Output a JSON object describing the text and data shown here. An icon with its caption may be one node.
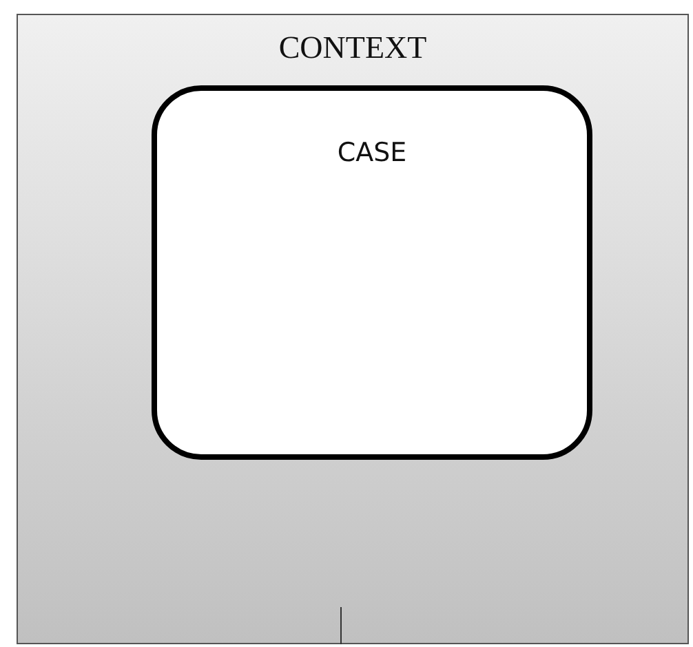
{
  "diagram": {
    "nodes": [
      {
        "text": [
          "CONTEXT"
        ]
      },
      {
        "text": [
          "CASE"
        ],
        "in": 0
      }
    ]
  }
}
